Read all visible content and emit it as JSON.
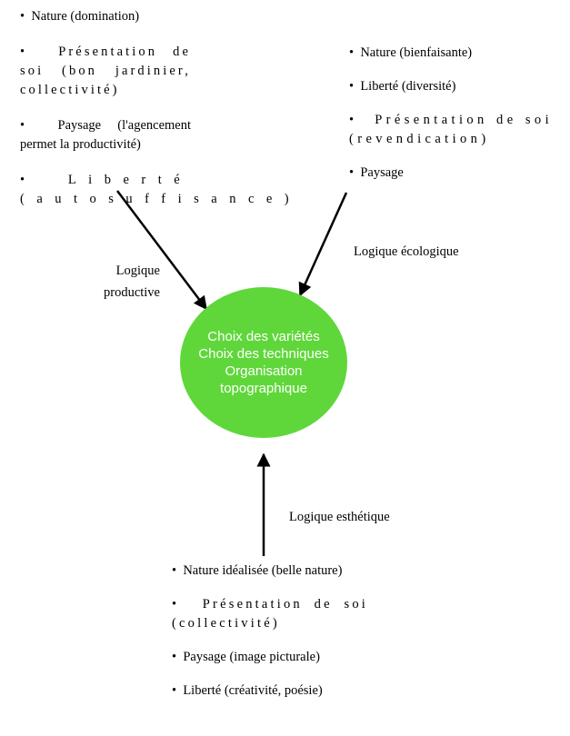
{
  "left_list": [
    "Nature (domination)",
    "Présentation de soi (bon jardinier, collectivité)",
    "Paysage (l'agencement permet la productivité)",
    "Liberté (autosuffisance)"
  ],
  "right_list": [
    "Nature (bienfaisante)",
    "Liberté (diversité)",
    "Présentation de soi (revendication)",
    "Paysage"
  ],
  "bottom_list": [
    "Nature idéalisée (belle nature)",
    "Présentation de soi (collectivité)",
    "Paysage (image picturale)",
    "Liberté (créativité, poésie)"
  ],
  "labels": {
    "productive": "Logique productive",
    "ecologique": "Logique écologique",
    "esthetique": "Logique esthétique"
  },
  "center": {
    "lines": [
      "Choix des variétés",
      "Choix des techniques",
      "Organisation",
      "topographique"
    ],
    "fill_color": "#5fd73a",
    "text_color": "#ffffff"
  }
}
